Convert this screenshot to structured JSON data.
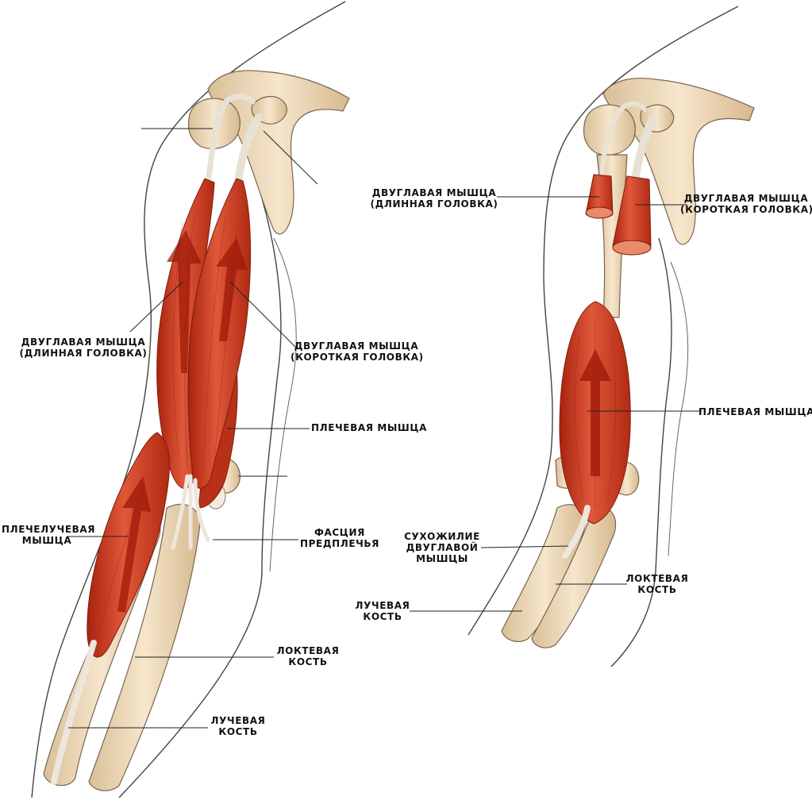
{
  "colors": {
    "muscle": "#cf3b22",
    "muscle_dark": "#a8230f",
    "muscle_light": "#e86a48",
    "arrow": "#9e1a08",
    "bone": "#f0dcc0",
    "bone_shade": "#d9bf98",
    "tendon": "#ece6dc",
    "outline": "#444444",
    "leader": "#222222",
    "background": "#ffffff"
  },
  "left_figure": {
    "labels": {
      "biceps_long_head": [
        "ДВУГЛАВАЯ МЫШЦА",
        "(ДЛИННАЯ ГОЛОВКА)"
      ],
      "biceps_short_head": [
        "ДВУГЛАВАЯ МЫШЦА",
        "(КОРОТКАЯ ГОЛОВКА)"
      ],
      "brachialis": [
        "ПЛЕЧЕВАЯ МЫШЦА"
      ],
      "brachioradialis": [
        "ПЛЕЧЕЛУЧЕВАЯ",
        "МЫШЦА"
      ],
      "forearm_fascia": [
        "ФАСЦИЯ",
        "ПРЕДПЛЕЧЬЯ"
      ],
      "ulna": [
        "ЛОКТЕВАЯ",
        "КОСТЬ"
      ],
      "radius": [
        "ЛУЧЕВАЯ",
        "КОСТЬ"
      ]
    }
  },
  "right_figure": {
    "labels": {
      "biceps_long_head": [
        "ДВУГЛАВАЯ МЫШЦА",
        "(ДЛИННАЯ ГОЛОВКА)"
      ],
      "biceps_short_head": [
        "ДВУГЛАВАЯ МЫШЦА",
        "(КОРОТКАЯ ГОЛОВКА)"
      ],
      "brachialis": [
        "ПЛЕЧЕВАЯ МЫШЦА"
      ],
      "biceps_tendon": [
        "СУХОЖИЛИЕ",
        "ДВУГЛАВОЙ",
        "МЫШЦЫ"
      ],
      "ulna": [
        "ЛОКТЕВАЯ",
        "КОСТЬ"
      ],
      "radius": [
        "ЛУЧЕВАЯ",
        "КОСТЬ"
      ]
    }
  }
}
